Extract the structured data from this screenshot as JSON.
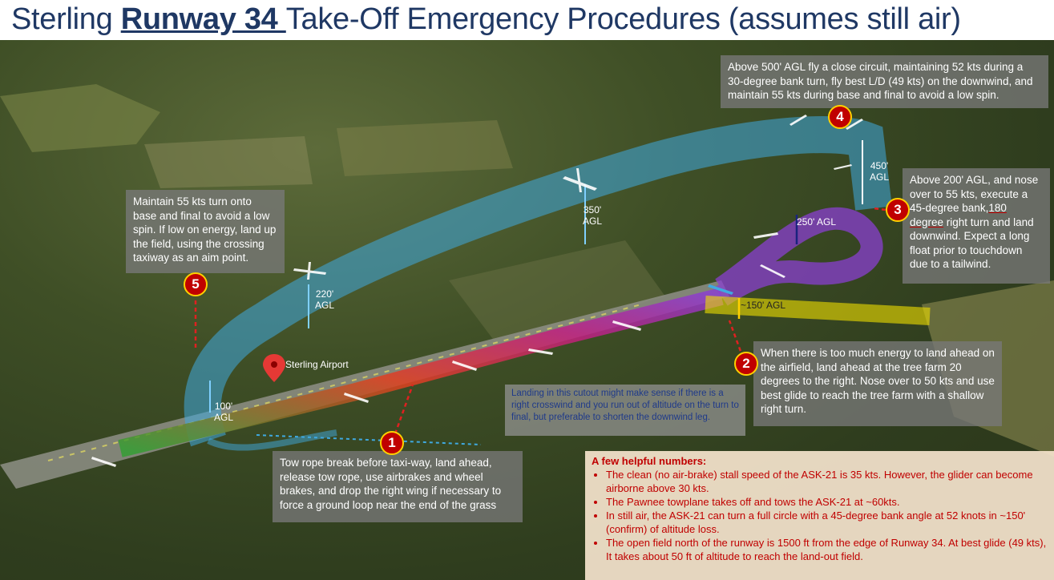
{
  "title": {
    "prefix": "Sterling ",
    "runway": "Runway 34 ",
    "suffix": "Take-Off Emergency Procedures (assumes still air)"
  },
  "airport_label": "Sterling Airport",
  "markers": [
    "1",
    "2",
    "3",
    "4",
    "5"
  ],
  "altitudes": {
    "a100": "100'\nAGL",
    "a220": "220'\nAGL",
    "a350": "350'\nAGL",
    "a450": "450'\nAGL",
    "a250": "250' AGL",
    "a150": "~150' AGL"
  },
  "callouts": {
    "c1": "Tow rope break before taxi-way, land ahead, release tow rope, use airbrakes and wheel brakes, and drop the right wing if necessary to force a ground loop near the end of the grass",
    "c2": "When there is too much energy to land ahead on the airfield, land ahead at the tree farm 20 degrees to the right. Nose over to 50 kts and use best glide to reach the tree farm with a shallow right turn.",
    "c3_a": "Above 200' AGL, and nose over to 55 kts, execute a 45-degree bank,",
    "c3_u": "180 degree",
    "c3_b": " right turn and land downwind. Expect a long float prior to touchdown due to a tailwind.",
    "c4": "Above 500' AGL fly a close circuit, maintaining 52 kts during a 30-degree bank turn, fly best L/D (49 kts) on the downwind, and maintain 55 kts during base and final to avoid a low spin.",
    "c5": "Maintain 55 kts turn onto base and final to avoid a low spin. If low on energy, land up the field, using the crossing taxiway as an aim point.",
    "cutout": "Landing in this cutout might make sense if there is a right crosswind and you run out of altitude on the turn to final, but preferable to shorten the downwind leg."
  },
  "numbers": {
    "heading": "A few helpful numbers:",
    "items": [
      "The clean (no air-brake) stall speed of the ASK-21 is 35 kts. However, the glider can become airborne above 30 kts.",
      "The Pawnee towplane takes off and tows the ASK-21 at ~60kts.",
      "In still air, the ASK-21 can turn a full circle with a 45-degree bank angle at 52 knots in ~150' (confirm) of altitude loss.",
      "The open field north of the runway is 1500 ft from the edge of Runway 34. At best glide (49 kts), It takes about 50 ft of altitude to reach the land-out field."
    ]
  },
  "colors": {
    "title": "#1f3864",
    "marker_fill": "#c00000",
    "marker_ring": "#ffd000",
    "path_blue": "#3fa9e0",
    "path_purple": "#8a3fd0",
    "path_yellow": "#f0e000",
    "text_red": "#c00000"
  }
}
